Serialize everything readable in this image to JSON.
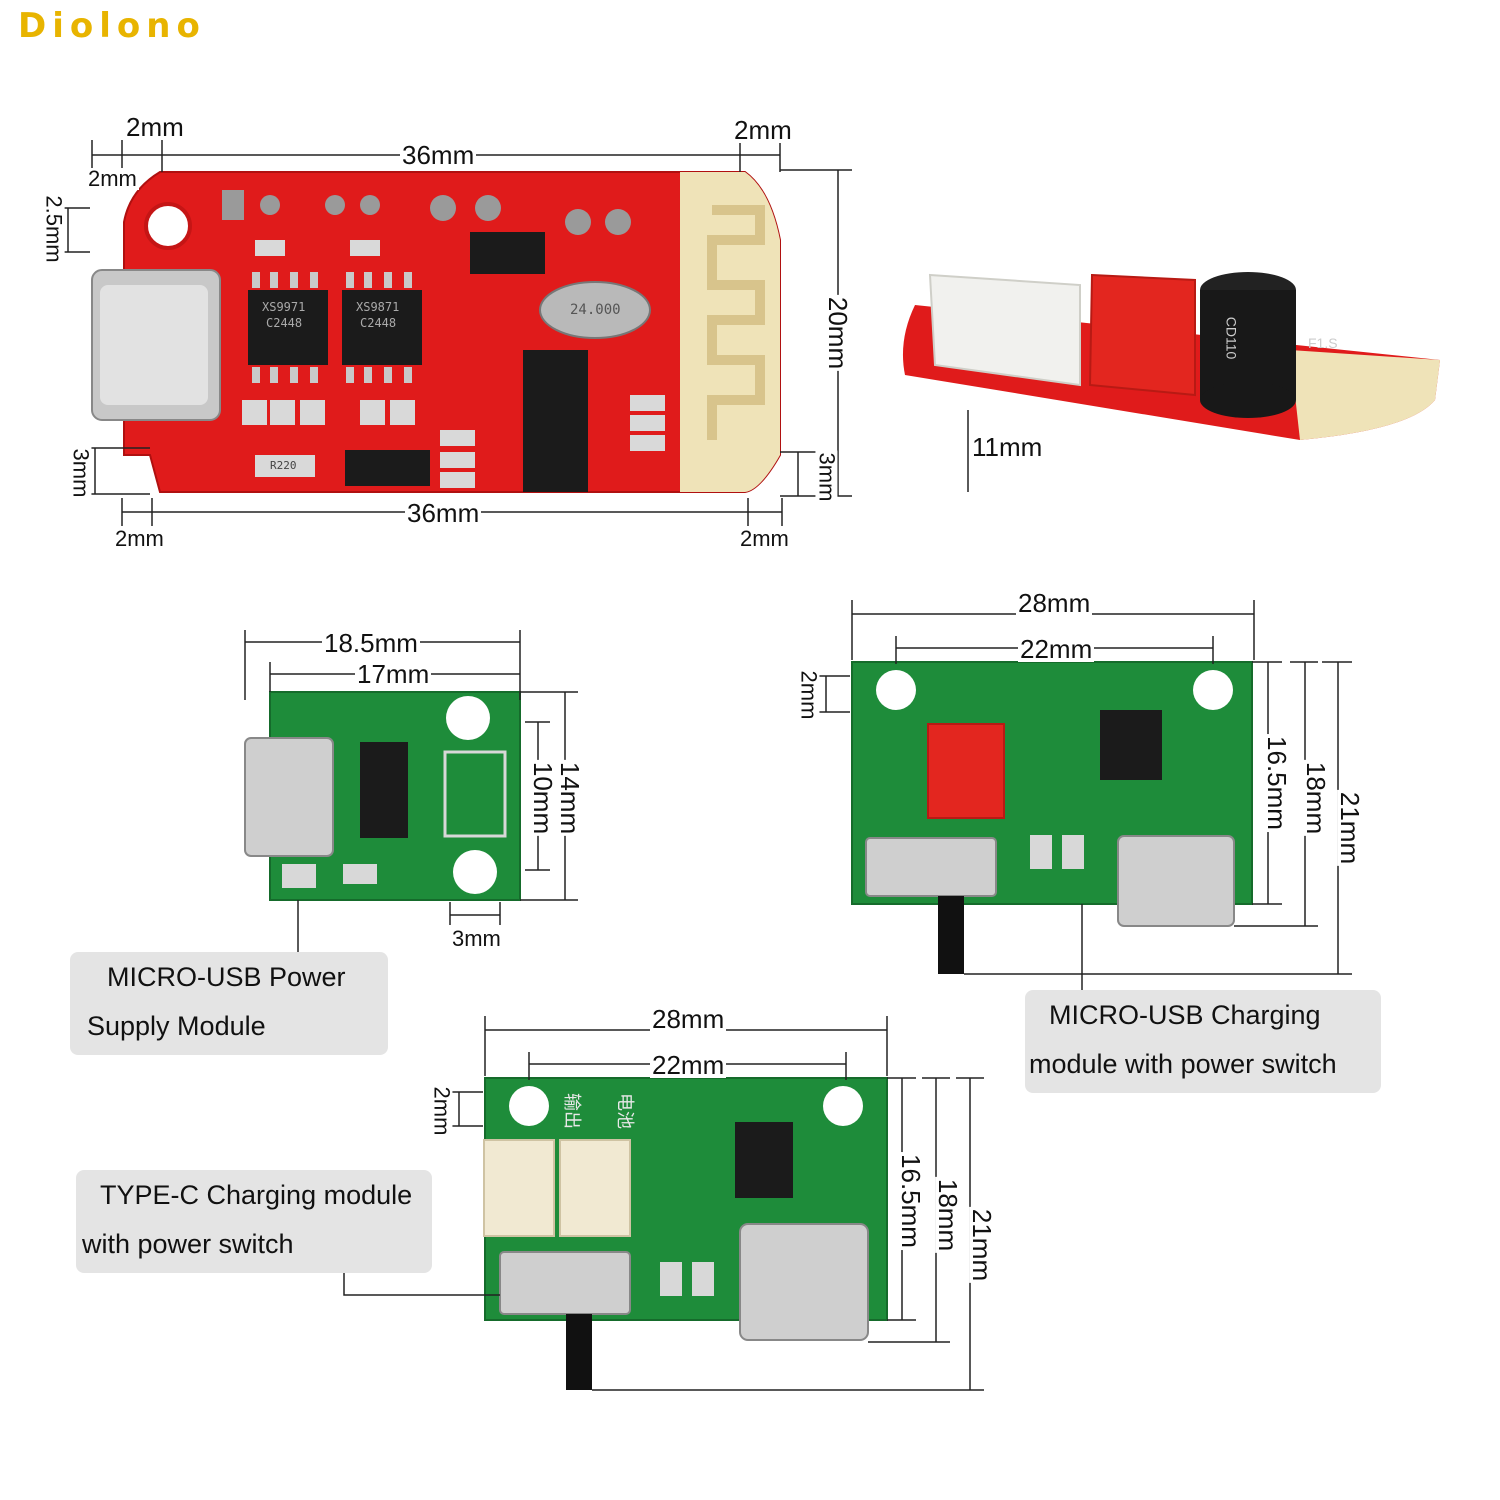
{
  "brand": "Diolono",
  "colors": {
    "brand": "#e8b400",
    "red_pcb": "#e01b1b",
    "green_pcb": "#1e8c3a",
    "label_bg": "#e4e4e4"
  },
  "board_main": {
    "dims": {
      "left_margin_top": "2mm",
      "width_top": "36mm",
      "right_margin_top": "2mm",
      "small_left": "2mm",
      "hole_offset": "2.5mm",
      "bottom_left_height": "3mm",
      "width_bottom": "36mm",
      "left_margin_bottom": "2mm",
      "right_margin_bottom": "2mm",
      "height": "20mm",
      "bottom_right_height": "3mm"
    },
    "chip_labels": [
      "XS9971",
      "C2448",
      "XS9871",
      "C2448",
      "24.000",
      "R220"
    ]
  },
  "board_side": {
    "height": "11mm",
    "cap_label": "CD110",
    "cap_label2": "F1.S"
  },
  "board_micro_power": {
    "dims": {
      "width_outer": "18.5mm",
      "width_inner": "17mm",
      "hole_pitch": "10mm",
      "height": "14mm",
      "bottom": "3mm"
    },
    "label_line1": "MICRO-USB Power",
    "label_line2": "Supply Module"
  },
  "board_micro_charge": {
    "dims": {
      "width_outer": "28mm",
      "width_inner": "22mm",
      "hole_offset": "2mm",
      "h1": "16.5mm",
      "h2": "18mm",
      "h3": "21mm"
    },
    "label_line1": "MICRO-USB Charging",
    "label_line2": "module with power switch"
  },
  "board_typec_charge": {
    "dims": {
      "width_outer": "28mm",
      "width_inner": "22mm",
      "hole_offset": "2mm",
      "h1": "16.5mm",
      "h2": "18mm",
      "h3": "21mm"
    },
    "label_line1": "TYPE-C Charging module",
    "label_line2": "with power switch",
    "silk1": "输出",
    "silk2": "电池"
  }
}
